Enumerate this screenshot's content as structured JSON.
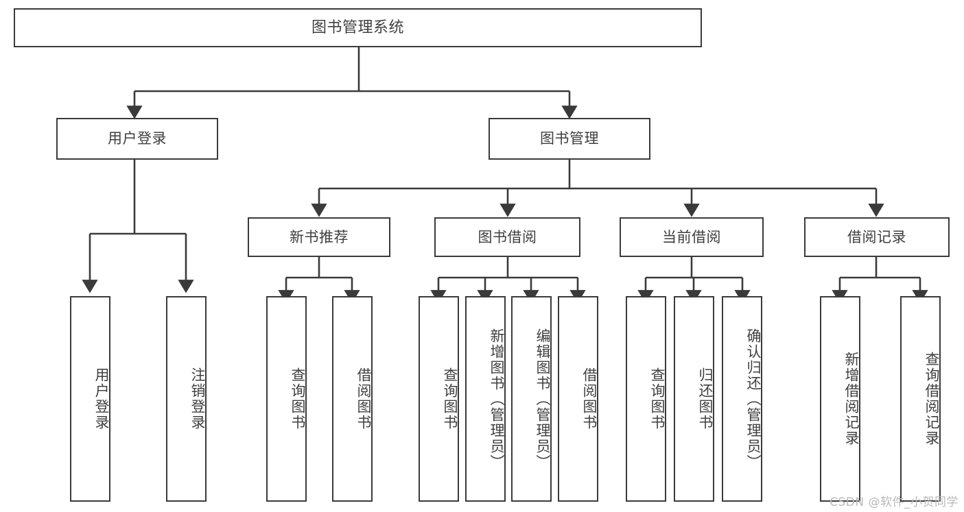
{
  "diagram": {
    "title": "图书管理系统",
    "root": {
      "label": "图书管理系统"
    },
    "level1": [
      {
        "label": "用户登录"
      },
      {
        "label": "图书管理"
      }
    ],
    "level2": [
      {
        "label": "新书推荐"
      },
      {
        "label": "图书借阅"
      },
      {
        "label": "当前借阅"
      },
      {
        "label": "借阅记录"
      }
    ],
    "leaves": {
      "user_login": [
        {
          "label": "用户登录"
        },
        {
          "label": "注销登录"
        }
      ],
      "new_book_recommend": [
        {
          "label": "查询图书"
        },
        {
          "label": "借阅图书"
        }
      ],
      "book_borrow": [
        {
          "label": "查询图书"
        },
        {
          "label": "新增图书（管理员）"
        },
        {
          "label": "编辑图书（管理员）"
        },
        {
          "label": "借阅图书"
        }
      ],
      "current_borrow": [
        {
          "label": "查询图书"
        },
        {
          "label": "归还图书"
        },
        {
          "label": "确认归还（管理员）"
        }
      ],
      "borrow_record": [
        {
          "label": "新增借阅记录"
        },
        {
          "label": "查询借阅记录"
        }
      ]
    }
  },
  "watermark": {
    "text": "CSDN @软件_小贺同学"
  },
  "colors": {
    "stroke": "#3a3a3a",
    "text": "#3f3f3f",
    "background": "#ffffff",
    "watermark": "#b9b9b9"
  }
}
